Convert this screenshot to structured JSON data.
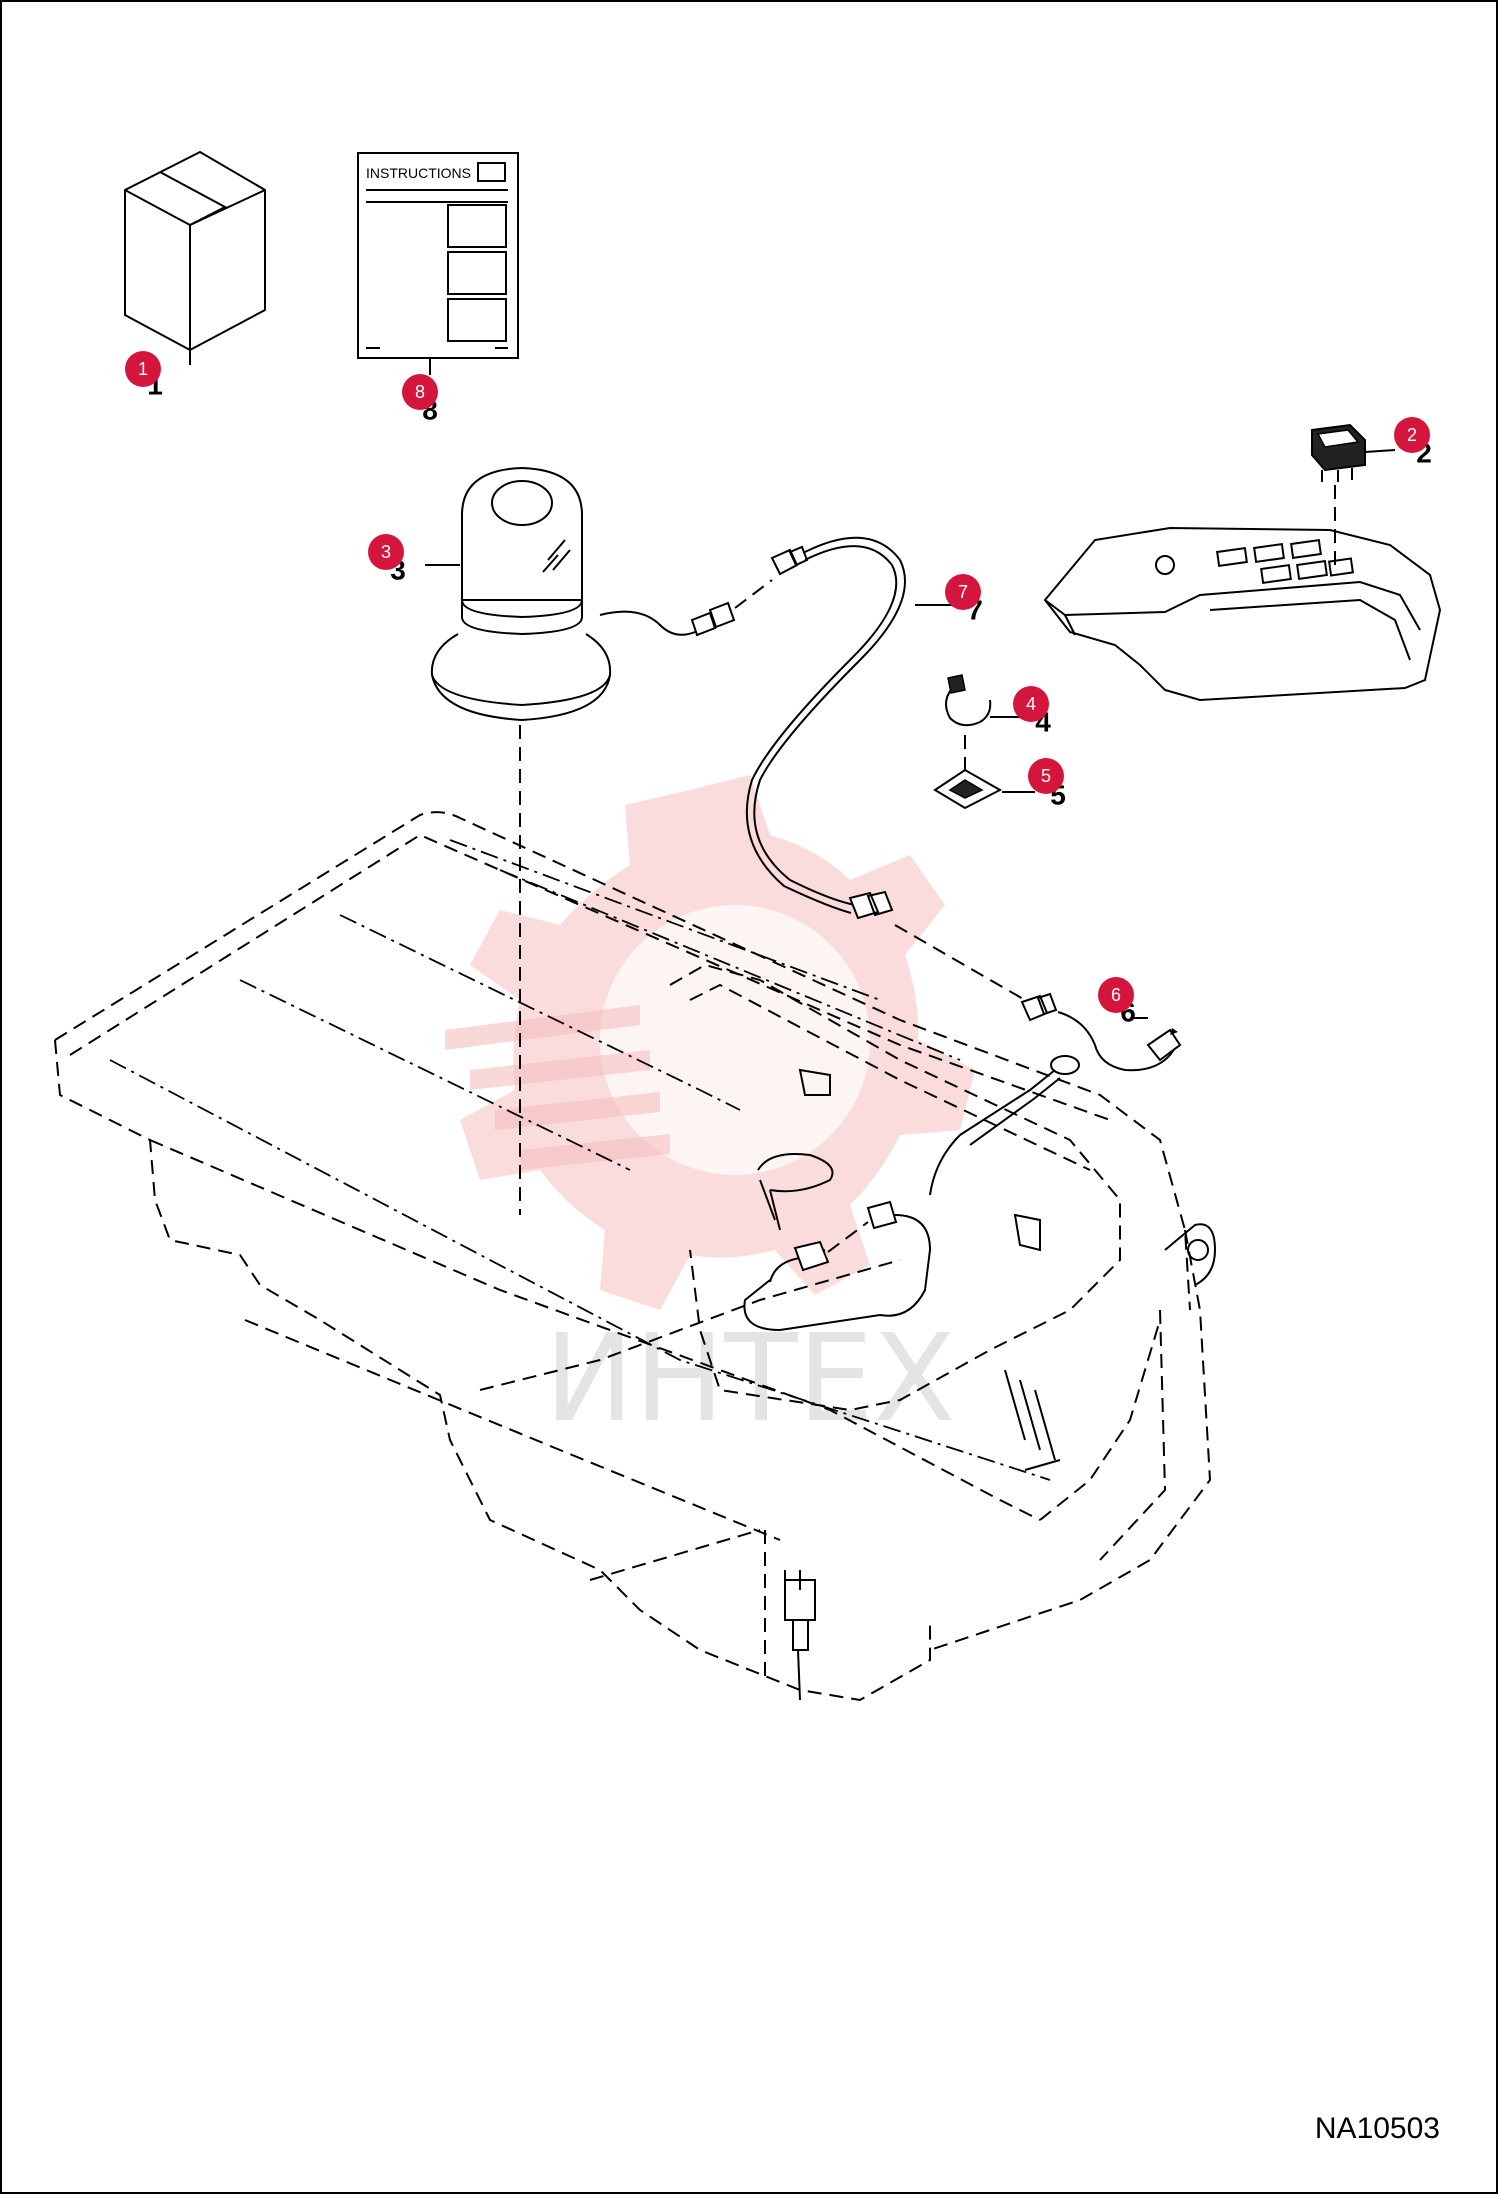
{
  "figure_code": "NA10503",
  "instructions_label": "INSTRUCTIONS",
  "watermark_text": "ИНТЕХ",
  "callouts": [
    {
      "number": "1",
      "ghost": "1"
    },
    {
      "number": "2",
      "ghost": "2"
    },
    {
      "number": "3",
      "ghost": "3"
    },
    {
      "number": "4",
      "ghost": "4"
    },
    {
      "number": "5",
      "ghost": "5"
    },
    {
      "number": "6",
      "ghost": "6"
    },
    {
      "number": "7",
      "ghost": "7"
    },
    {
      "number": "8",
      "ghost": "8"
    }
  ],
  "colors": {
    "callout": "#d4163c",
    "watermark": "#f4b8b8",
    "lines": "#000000"
  }
}
